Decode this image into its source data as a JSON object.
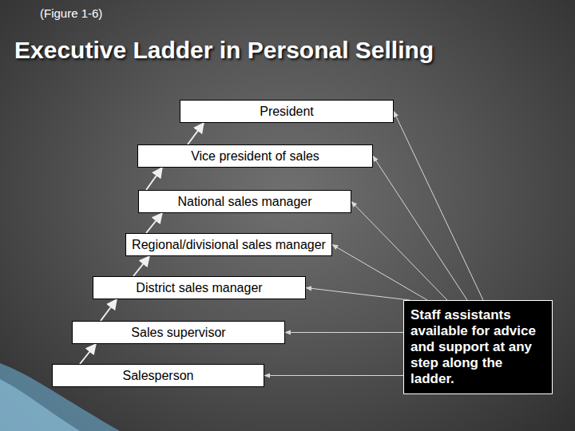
{
  "diagram": {
    "title": "Executive Ladder in Personal Selling",
    "nodes": [
      {
        "text": [
          "President"
        ]
      },
      {
        "text": [
          "Vice president of sales"
        ]
      },
      {
        "text": [
          "National sales manager"
        ]
      },
      {
        "text": [
          "Regional/divisional sales manager"
        ]
      },
      {
        "text": [
          "District sales manager"
        ]
      },
      {
        "text": [
          "Sales supervisor"
        ]
      },
      {
        "text": [
          "Salesperson"
        ]
      },
      {
        "text": [
          "Staff assistants available for advice and support at any step along the ladder."
        ]
      }
    ],
    "edges": [
      {
        "from": 1,
        "to": 0,
        "arrow": "to"
      },
      {
        "from": 2,
        "to": 1,
        "arrow": "to"
      },
      {
        "from": 3,
        "to": 2,
        "arrow": "to"
      },
      {
        "from": 4,
        "to": 3,
        "arrow": "to"
      },
      {
        "from": 5,
        "to": 4,
        "arrow": "to"
      },
      {
        "from": 6,
        "to": 5,
        "arrow": "to"
      },
      {
        "from": 7,
        "to": 0,
        "arrow": "to"
      },
      {
        "from": 7,
        "to": 1,
        "arrow": "to"
      },
      {
        "from": 7,
        "to": 2,
        "arrow": "to"
      },
      {
        "from": 7,
        "to": 3,
        "arrow": "to"
      },
      {
        "from": 7,
        "to": 4,
        "arrow": "to"
      },
      {
        "from": 7,
        "to": 5,
        "arrow": "to"
      },
      {
        "from": 7,
        "to": 6,
        "arrow": "to"
      }
    ],
    "labels": [
      "(Figure 1-6)"
    ]
  }
}
